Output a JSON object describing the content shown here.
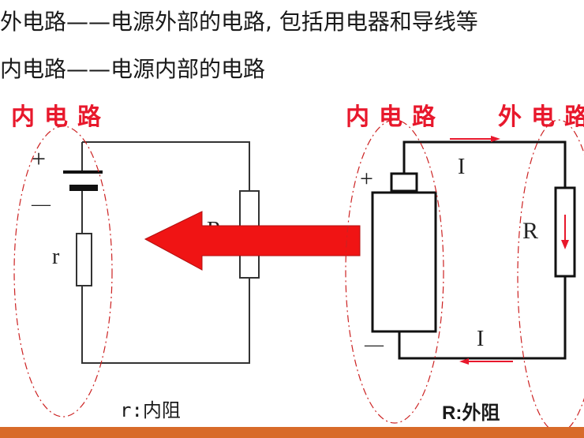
{
  "headings": {
    "line1": "外电路——电源外部的电路, 包括用电器和导线等",
    "line2": "内电路——电源内部的电路"
  },
  "labels": {
    "inner_circuit": "内电路",
    "outer_circuit": "外电路",
    "r_internal": "r:内阻",
    "R_external": "R:外阻"
  },
  "left_circuit": {
    "plus": "+",
    "minus": "—",
    "r": "r",
    "R": "R"
  },
  "right_circuit": {
    "plus": "+",
    "minus": "—",
    "current_top": "I",
    "current_bottom": "I",
    "R": "R"
  },
  "colors": {
    "accent_red": "#e8182c",
    "arrow_red": "#f01414",
    "bottom_bar": "#d86b2a"
  }
}
